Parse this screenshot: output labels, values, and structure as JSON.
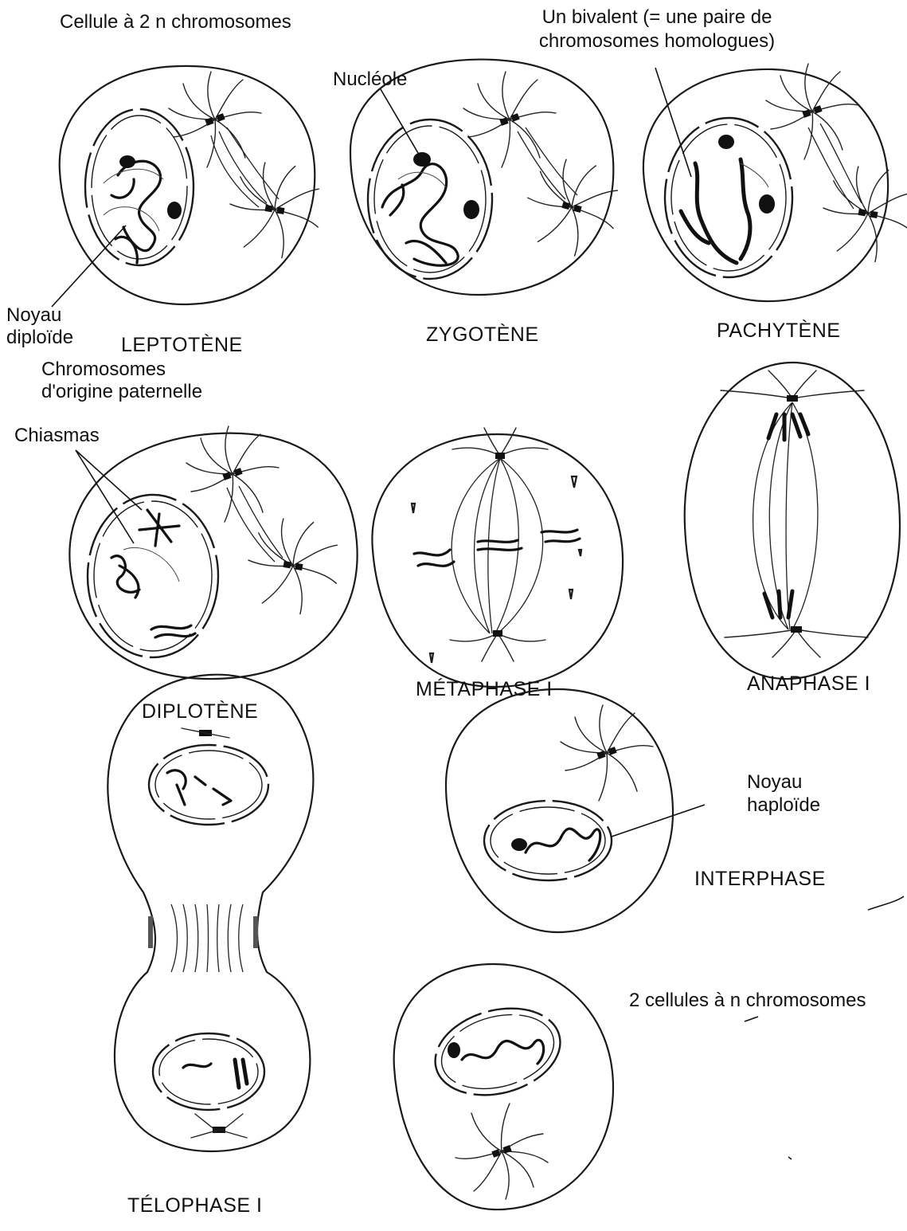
{
  "labels": {
    "top_left": "Cellule à 2 n chromosomes",
    "top_right_line1": "Un bivalent (= une paire de",
    "top_right_line2": "chromosomes homologues)",
    "nucleole": "Nucléole",
    "noyau_diploide_1": "Noyau",
    "noyau_diploide_2": "diploïde",
    "chromosomes_paternels_1": "Chromosomes",
    "chromosomes_paternels_2": "d'origine paternelle",
    "chiasmas": "Chiasmas",
    "noyau_haploide_1": "Noyau",
    "noyau_haploide_2": "haploïde",
    "deux_cellules": "2 cellules à n chromosomes"
  },
  "stages": {
    "leptotene": "LEPTOTÈNE",
    "zygotene": "ZYGOTÈNE",
    "pachytene": "PACHYTÈNE",
    "diplotene": "DIPLOTÈNE",
    "metaphase1": "MÉTAPHASE I",
    "anaphase1": "ANAPHASE I",
    "interphase": "INTERPHASE",
    "telophase1": "TÉLOPHASE I"
  },
  "colors": {
    "ink": "#111111",
    "paper": "#ffffff"
  }
}
